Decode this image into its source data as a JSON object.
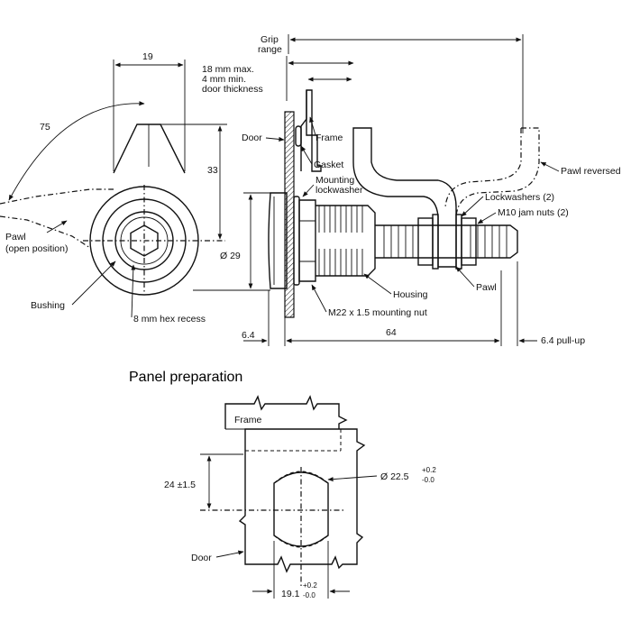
{
  "labels": {
    "grip_range": [
      "Grip",
      "range"
    ],
    "door_thickness": [
      "18 mm max.",
      "4 mm min.",
      "door thickness"
    ],
    "dim_19": "19",
    "dim_75": "75",
    "dim_33": "33",
    "dim_29": "Ø 29",
    "dim_6_4": "6.4",
    "dim_64": "64",
    "dim_pullup": "6.4 pull-up",
    "door": "Door",
    "frame": "Frame",
    "gasket": "Gasket",
    "mounting_lockwasher": [
      "Mounting",
      "lockwasher"
    ],
    "pawl_reversed": "Pawl reversed",
    "lockwashers": "Lockwashers (2)",
    "jam_nuts": "M10 jam nuts (2)",
    "pawl_open": [
      "Pawl",
      "(open position)"
    ],
    "bushing": "Bushing",
    "hex_recess": "8 mm hex recess",
    "housing": "Housing",
    "pawl": "Pawl",
    "mounting_nut": "M22 x 1.5 mounting nut"
  },
  "panel": {
    "title": "Panel preparation",
    "frame": "Frame",
    "door": "Door",
    "dim_24": "24 ±1.5",
    "dim_dia": "Ø 22.5",
    "dia_tol_top": "+0.2",
    "dia_tol_bot": "-0.0",
    "dim_19_1": "19.1",
    "w_tol_top": "+0.2",
    "w_tol_bot": "-0.0"
  }
}
